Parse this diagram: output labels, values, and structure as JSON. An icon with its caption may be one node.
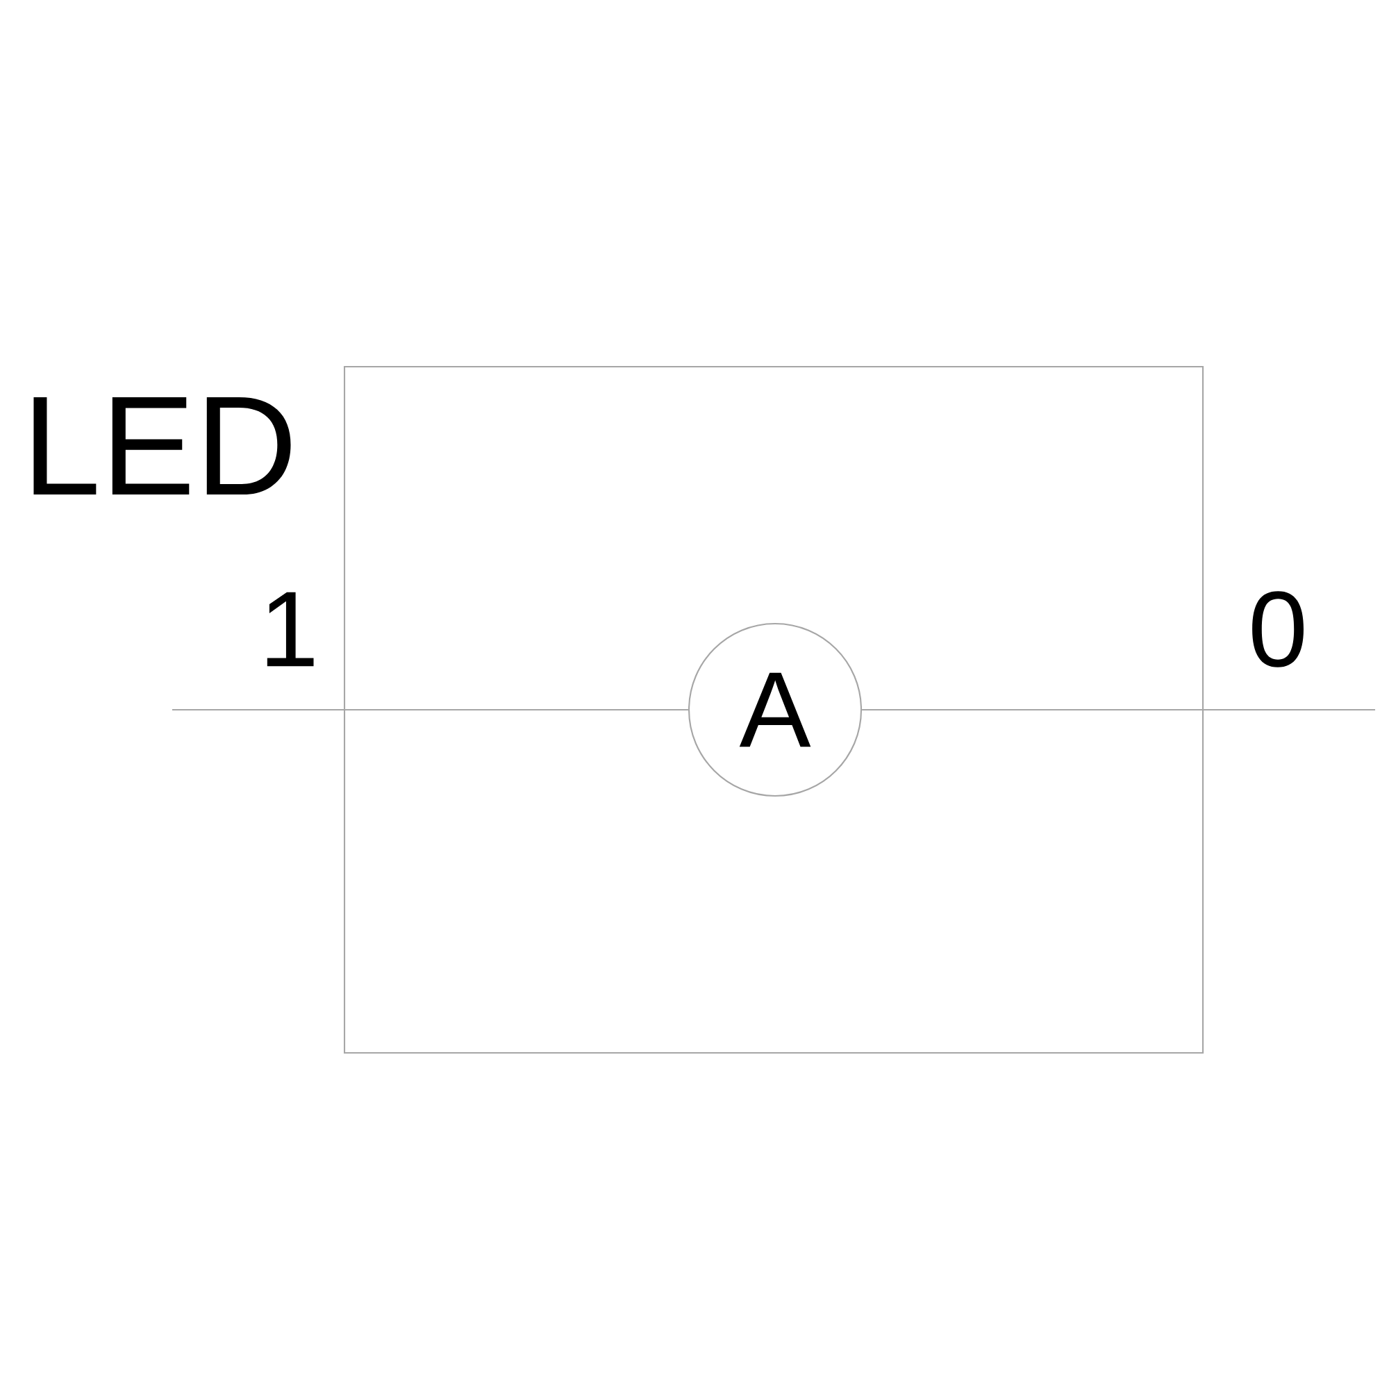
{
  "diagram": {
    "nodes": [
      {
        "text": [
          "LED"
        ]
      },
      {
        "text": [
          "A"
        ],
        "in": 0
      }
    ],
    "edges": [
      {
        "from": null,
        "to": 1,
        "arrow": "none"
      },
      {
        "from": 1,
        "to": null,
        "arrow": "none"
      }
    ],
    "labels": [
      "1",
      "0"
    ]
  }
}
